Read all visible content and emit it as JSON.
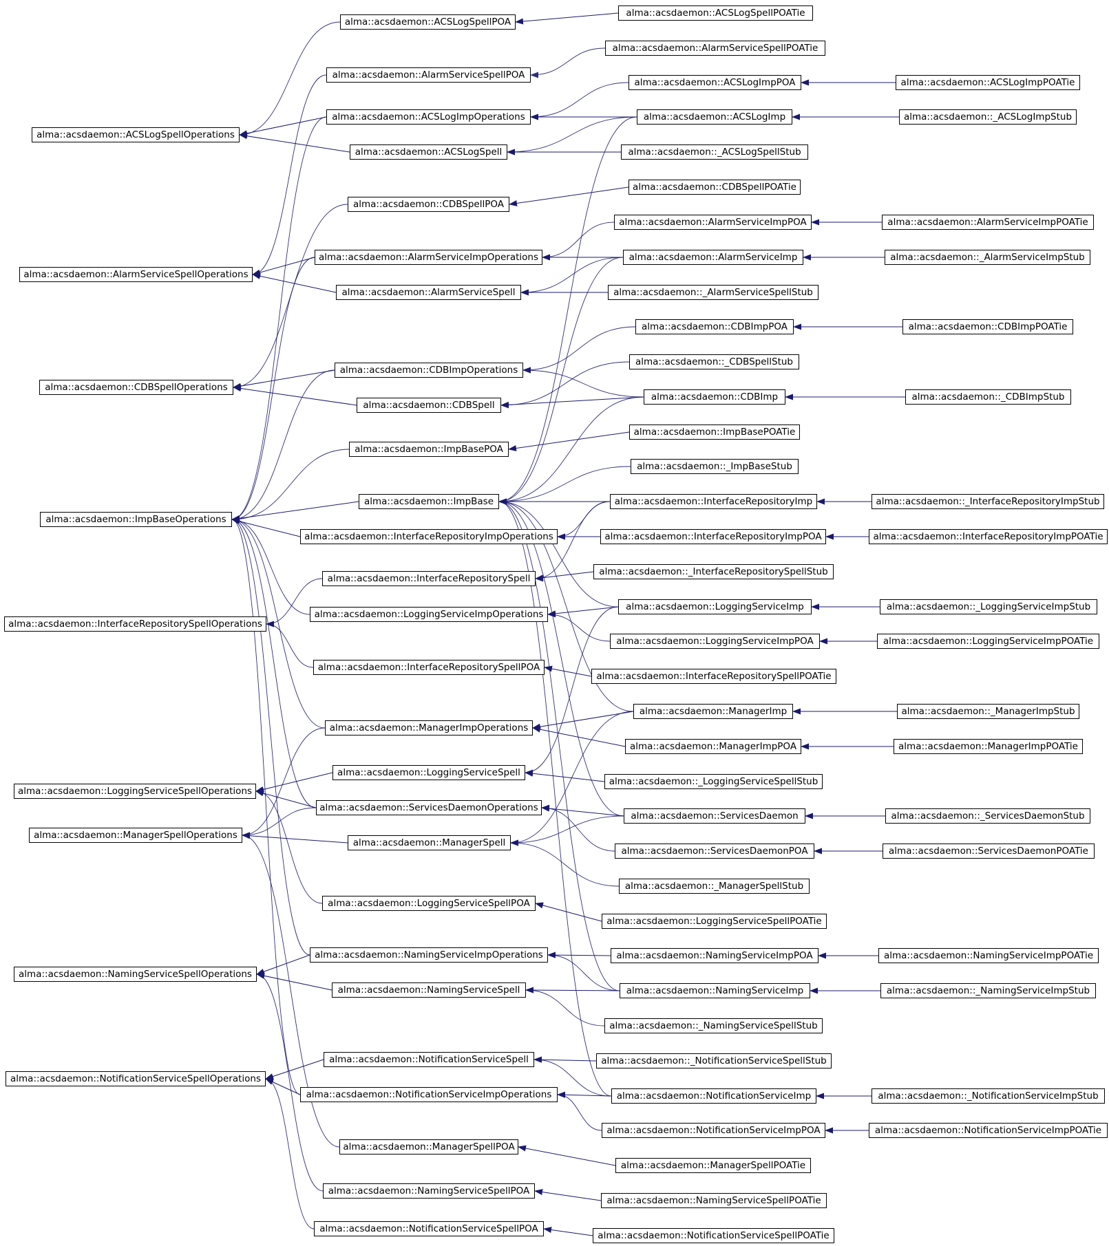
{
  "diagram": {
    "edge_color": "#191970",
    "nodes": [
      {
        "id": "n1",
        "label": "alma::acsdaemon::ACSLogSpellOperations"
      },
      {
        "id": "n2",
        "label": "alma::acsdaemon::AlarmServiceSpellOperations"
      },
      {
        "id": "n3",
        "label": "alma::acsdaemon::CDBSpellOperations"
      },
      {
        "id": "n4",
        "label": "alma::acsdaemon::ImpBaseOperations"
      },
      {
        "id": "n5",
        "label": "alma::acsdaemon::InterfaceRepositorySpellOperations"
      },
      {
        "id": "n6",
        "label": "alma::acsdaemon::LoggingServiceSpellOperations"
      },
      {
        "id": "n7",
        "label": "alma::acsdaemon::ManagerSpellOperations"
      },
      {
        "id": "n8",
        "label": "alma::acsdaemon::NamingServiceSpellOperations"
      },
      {
        "id": "n9",
        "label": "alma::acsdaemon::NotificationServiceSpellOperations"
      },
      {
        "id": "m1",
        "label": "alma::acsdaemon::ACSLogSpellPOA"
      },
      {
        "id": "m2",
        "label": "alma::acsdaemon::AlarmServiceSpellPOA"
      },
      {
        "id": "m3",
        "label": "alma::acsdaemon::ACSLogImpOperations"
      },
      {
        "id": "m4",
        "label": "alma::acsdaemon::ACSLogSpell"
      },
      {
        "id": "m5",
        "label": "alma::acsdaemon::CDBSpellPOA"
      },
      {
        "id": "m6",
        "label": "alma::acsdaemon::AlarmServiceImpOperations"
      },
      {
        "id": "m7",
        "label": "alma::acsdaemon::AlarmServiceSpell"
      },
      {
        "id": "m8",
        "label": "alma::acsdaemon::CDBImpOperations"
      },
      {
        "id": "m9",
        "label": "alma::acsdaemon::CDBSpell"
      },
      {
        "id": "m10",
        "label": "alma::acsdaemon::ImpBasePOA"
      },
      {
        "id": "m11",
        "label": "alma::acsdaemon::ImpBase"
      },
      {
        "id": "m12",
        "label": "alma::acsdaemon::InterfaceRepositoryImpOperations"
      },
      {
        "id": "m13",
        "label": "alma::acsdaemon::InterfaceRepositorySpell"
      },
      {
        "id": "m14",
        "label": "alma::acsdaemon::LoggingServiceImpOperations"
      },
      {
        "id": "m15",
        "label": "alma::acsdaemon::InterfaceRepositorySpellPOA"
      },
      {
        "id": "m16",
        "label": "alma::acsdaemon::ManagerImpOperations"
      },
      {
        "id": "m17",
        "label": "alma::acsdaemon::LoggingServiceSpell"
      },
      {
        "id": "m18",
        "label": "alma::acsdaemon::ServicesDaemonOperations"
      },
      {
        "id": "m19",
        "label": "alma::acsdaemon::ManagerSpell"
      },
      {
        "id": "m20",
        "label": "alma::acsdaemon::LoggingServiceSpellPOA"
      },
      {
        "id": "m21",
        "label": "alma::acsdaemon::NamingServiceImpOperations"
      },
      {
        "id": "m22",
        "label": "alma::acsdaemon::NamingServiceSpell"
      },
      {
        "id": "m23",
        "label": "alma::acsdaemon::NotificationServiceSpell"
      },
      {
        "id": "m24",
        "label": "alma::acsdaemon::NotificationServiceImpOperations"
      },
      {
        "id": "m25",
        "label": "alma::acsdaemon::ManagerSpellPOA"
      },
      {
        "id": "m26",
        "label": "alma::acsdaemon::NamingServiceSpellPOA"
      },
      {
        "id": "m27",
        "label": "alma::acsdaemon::NotificationServiceSpellPOA"
      },
      {
        "id": "r1",
        "label": "alma::acsdaemon::ACSLogSpellPOATie"
      },
      {
        "id": "r2",
        "label": "alma::acsdaemon::AlarmServiceSpellPOATie"
      },
      {
        "id": "r3",
        "label": "alma::acsdaemon::ACSLogImpPOA"
      },
      {
        "id": "r4",
        "label": "alma::acsdaemon::ACSLogImp"
      },
      {
        "id": "r5",
        "label": "alma::acsdaemon::_ACSLogSpellStub"
      },
      {
        "id": "r6",
        "label": "alma::acsdaemon::CDBSpellPOATie"
      },
      {
        "id": "r7",
        "label": "alma::acsdaemon::AlarmServiceImpPOA"
      },
      {
        "id": "r8",
        "label": "alma::acsdaemon::AlarmServiceImp"
      },
      {
        "id": "r9",
        "label": "alma::acsdaemon::_AlarmServiceSpellStub"
      },
      {
        "id": "r10",
        "label": "alma::acsdaemon::CDBImpPOA"
      },
      {
        "id": "r11",
        "label": "alma::acsdaemon::_CDBSpellStub"
      },
      {
        "id": "r12",
        "label": "alma::acsdaemon::CDBImp"
      },
      {
        "id": "r13",
        "label": "alma::acsdaemon::ImpBasePOATie"
      },
      {
        "id": "r14",
        "label": "alma::acsdaemon::_ImpBaseStub"
      },
      {
        "id": "r15",
        "label": "alma::acsdaemon::InterfaceRepositoryImp"
      },
      {
        "id": "r16",
        "label": "alma::acsdaemon::InterfaceRepositoryImpPOA"
      },
      {
        "id": "r17",
        "label": "alma::acsdaemon::_InterfaceRepositorySpellStub"
      },
      {
        "id": "r18",
        "label": "alma::acsdaemon::LoggingServiceImp"
      },
      {
        "id": "r19",
        "label": "alma::acsdaemon::LoggingServiceImpPOA"
      },
      {
        "id": "r20",
        "label": "alma::acsdaemon::InterfaceRepositorySpellPOATie"
      },
      {
        "id": "r21",
        "label": "alma::acsdaemon::ManagerImp"
      },
      {
        "id": "r22",
        "label": "alma::acsdaemon::ManagerImpPOA"
      },
      {
        "id": "r23",
        "label": "alma::acsdaemon::_LoggingServiceSpellStub"
      },
      {
        "id": "r24",
        "label": "alma::acsdaemon::ServicesDaemon"
      },
      {
        "id": "r25",
        "label": "alma::acsdaemon::ServicesDaemonPOA"
      },
      {
        "id": "r26",
        "label": "alma::acsdaemon::_ManagerSpellStub"
      },
      {
        "id": "r27",
        "label": "alma::acsdaemon::LoggingServiceSpellPOATie"
      },
      {
        "id": "r28",
        "label": "alma::acsdaemon::NamingServiceImpPOA"
      },
      {
        "id": "r29",
        "label": "alma::acsdaemon::NamingServiceImp"
      },
      {
        "id": "r30",
        "label": "alma::acsdaemon::_NamingServiceSpellStub"
      },
      {
        "id": "r31",
        "label": "alma::acsdaemon::_NotificationServiceSpellStub"
      },
      {
        "id": "r32",
        "label": "alma::acsdaemon::NotificationServiceImp"
      },
      {
        "id": "r33",
        "label": "alma::acsdaemon::NotificationServiceImpPOA"
      },
      {
        "id": "r34",
        "label": "alma::acsdaemon::ManagerSpellPOATie"
      },
      {
        "id": "r35",
        "label": "alma::acsdaemon::NamingServiceSpellPOATie"
      },
      {
        "id": "r36",
        "label": "alma::acsdaemon::NotificationServiceSpellPOATie"
      },
      {
        "id": "f1",
        "label": "alma::acsdaemon::ACSLogImpPOATie"
      },
      {
        "id": "f2",
        "label": "alma::acsdaemon::_ACSLogImpStub"
      },
      {
        "id": "f3",
        "label": "alma::acsdaemon::AlarmServiceImpPOATie"
      },
      {
        "id": "f4",
        "label": "alma::acsdaemon::_AlarmServiceImpStub"
      },
      {
        "id": "f5",
        "label": "alma::acsdaemon::CDBImpPOATie"
      },
      {
        "id": "f6",
        "label": "alma::acsdaemon::_CDBImpStub"
      },
      {
        "id": "f7",
        "label": "alma::acsdaemon::_InterfaceRepositoryImpStub"
      },
      {
        "id": "f8",
        "label": "alma::acsdaemon::InterfaceRepositoryImpPOATie"
      },
      {
        "id": "f9",
        "label": "alma::acsdaemon::_LoggingServiceImpStub"
      },
      {
        "id": "f10",
        "label": "alma::acsdaemon::LoggingServiceImpPOATie"
      },
      {
        "id": "f11",
        "label": "alma::acsdaemon::_ManagerImpStub"
      },
      {
        "id": "f12",
        "label": "alma::acsdaemon::ManagerImpPOATie"
      },
      {
        "id": "f13",
        "label": "alma::acsdaemon::_ServicesDaemonStub"
      },
      {
        "id": "f14",
        "label": "alma::acsdaemon::ServicesDaemonPOATie"
      },
      {
        "id": "f15",
        "label": "alma::acsdaemon::NamingServiceImpPOATie"
      },
      {
        "id": "f16",
        "label": "alma::acsdaemon::_NamingServiceImpStub"
      },
      {
        "id": "f17",
        "label": "alma::acsdaemon::_NotificationServiceImpStub"
      },
      {
        "id": "f18",
        "label": "alma::acsdaemon::NotificationServiceImpPOATie"
      }
    ],
    "edges": [
      [
        "m1",
        "n1"
      ],
      [
        "m3",
        "n1"
      ],
      [
        "m4",
        "n1"
      ],
      [
        "m2",
        "n2"
      ],
      [
        "m6",
        "n2"
      ],
      [
        "m7",
        "n2"
      ],
      [
        "m5",
        "n3"
      ],
      [
        "m8",
        "n3"
      ],
      [
        "m9",
        "n3"
      ],
      [
        "m10",
        "n4"
      ],
      [
        "m11",
        "n4"
      ],
      [
        "m12",
        "n4"
      ],
      [
        "m14",
        "n4"
      ],
      [
        "m16",
        "n4"
      ],
      [
        "m18",
        "n4"
      ],
      [
        "m21",
        "n4"
      ],
      [
        "m24",
        "n4"
      ],
      [
        "m3",
        "n4"
      ],
      [
        "m6",
        "n4"
      ],
      [
        "m8",
        "n4"
      ],
      [
        "m13",
        "n5"
      ],
      [
        "m15",
        "n5"
      ],
      [
        "m17",
        "n6"
      ],
      [
        "m18",
        "n6"
      ],
      [
        "m20",
        "n6"
      ],
      [
        "m19",
        "n7"
      ],
      [
        "m16",
        "n7"
      ],
      [
        "m18",
        "n7"
      ],
      [
        "m25",
        "n7"
      ],
      [
        "m22",
        "n8"
      ],
      [
        "m21",
        "n8"
      ],
      [
        "m26",
        "n8"
      ],
      [
        "m23",
        "n9"
      ],
      [
        "m24",
        "n9"
      ],
      [
        "m27",
        "n9"
      ],
      [
        "r1",
        "m1"
      ],
      [
        "r2",
        "m2"
      ],
      [
        "r3",
        "m3"
      ],
      [
        "r4",
        "m3"
      ],
      [
        "r4",
        "m4"
      ],
      [
        "r5",
        "m4"
      ],
      [
        "r6",
        "m5"
      ],
      [
        "r7",
        "m6"
      ],
      [
        "r8",
        "m6"
      ],
      [
        "r8",
        "m7"
      ],
      [
        "r9",
        "m7"
      ],
      [
        "r10",
        "m8"
      ],
      [
        "r12",
        "m8"
      ],
      [
        "r11",
        "m9"
      ],
      [
        "r12",
        "m9"
      ],
      [
        "r13",
        "m10"
      ],
      [
        "r14",
        "m11"
      ],
      [
        "r4",
        "m11"
      ],
      [
        "r8",
        "m11"
      ],
      [
        "r12",
        "m11"
      ],
      [
        "r15",
        "m11"
      ],
      [
        "r18",
        "m11"
      ],
      [
        "r21",
        "m11"
      ],
      [
        "r24",
        "m11"
      ],
      [
        "r29",
        "m11"
      ],
      [
        "r32",
        "m11"
      ],
      [
        "r15",
        "m12"
      ],
      [
        "r16",
        "m12"
      ],
      [
        "r15",
        "m13"
      ],
      [
        "r17",
        "m13"
      ],
      [
        "r18",
        "m14"
      ],
      [
        "r19",
        "m14"
      ],
      [
        "r20",
        "m15"
      ],
      [
        "r21",
        "m16"
      ],
      [
        "r22",
        "m16"
      ],
      [
        "r18",
        "m17"
      ],
      [
        "r23",
        "m17"
      ],
      [
        "r24",
        "m18"
      ],
      [
        "r25",
        "m18"
      ],
      [
        "r24",
        "m19"
      ],
      [
        "r26",
        "m19"
      ],
      [
        "r21",
        "m19"
      ],
      [
        "r27",
        "m20"
      ],
      [
        "r28",
        "m21"
      ],
      [
        "r29",
        "m21"
      ],
      [
        "r29",
        "m22"
      ],
      [
        "r30",
        "m22"
      ],
      [
        "r32",
        "m23"
      ],
      [
        "r31",
        "m23"
      ],
      [
        "r32",
        "m24"
      ],
      [
        "r33",
        "m24"
      ],
      [
        "r34",
        "m25"
      ],
      [
        "r35",
        "m26"
      ],
      [
        "r36",
        "m27"
      ],
      [
        "f1",
        "r3"
      ],
      [
        "f2",
        "r4"
      ],
      [
        "f3",
        "r7"
      ],
      [
        "f4",
        "r8"
      ],
      [
        "f5",
        "r10"
      ],
      [
        "f6",
        "r12"
      ],
      [
        "f7",
        "r15"
      ],
      [
        "f8",
        "r16"
      ],
      [
        "f9",
        "r18"
      ],
      [
        "f10",
        "r19"
      ],
      [
        "f11",
        "r21"
      ],
      [
        "f12",
        "r22"
      ],
      [
        "f13",
        "r24"
      ],
      [
        "f14",
        "r25"
      ],
      [
        "f15",
        "r28"
      ],
      [
        "f16",
        "r29"
      ],
      [
        "f17",
        "r32"
      ],
      [
        "f18",
        "r33"
      ]
    ]
  }
}
